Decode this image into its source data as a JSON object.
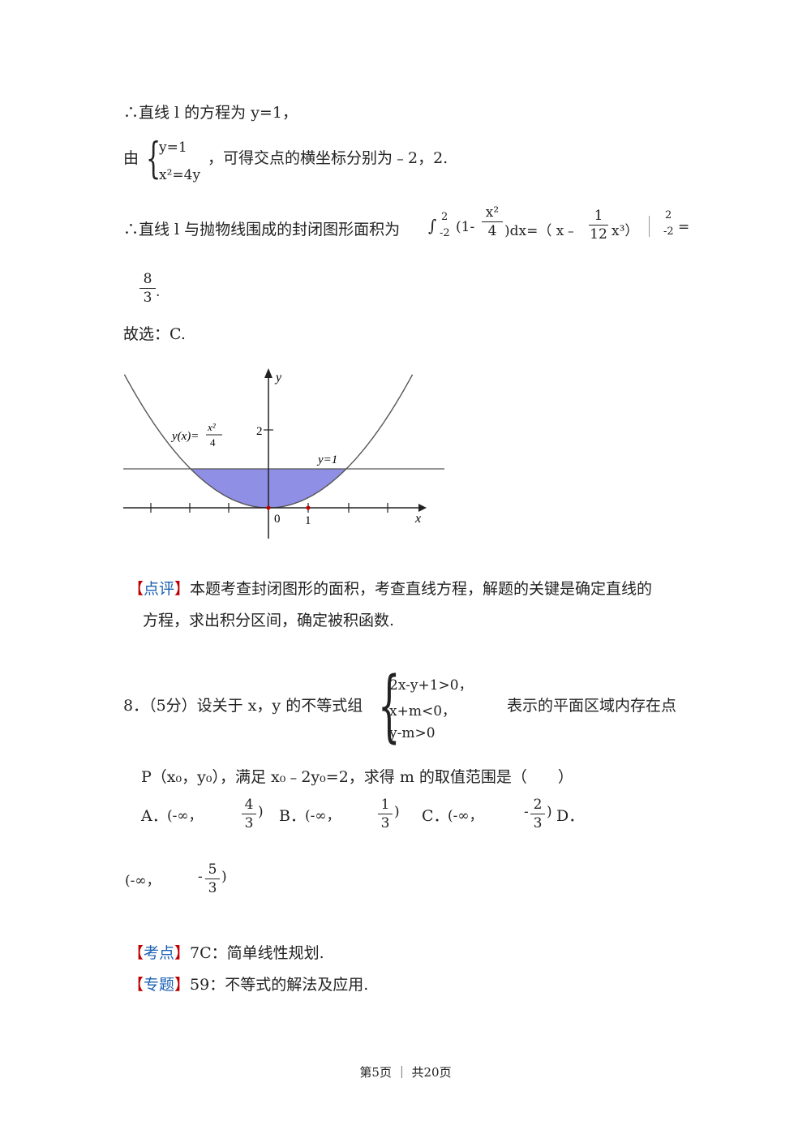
{
  "solution": {
    "line1": "∴直线 l 的方程为 y=1，",
    "system_prefix": "由",
    "system_eq1": "y=1",
    "system_eq2": "x²=4y",
    "system_suffix": "，可得交点的横坐标分别为﹣2，2.",
    "area_prefix": "∴直线 l 与抛物线围成的封闭图形面积为",
    "integral_lower": "-2",
    "integral_upper": "2",
    "integrand_a": "(1-",
    "integrand_num": "x²",
    "integrand_den": "4",
    "integrand_b": ")dx=（ x﹣",
    "coef_num": "1",
    "coef_den": "12",
    "antideriv_tail": "x³）",
    "eval_upper": "2",
    "eval_lower": "-2",
    "eval_eq": "=",
    "result_num": "8",
    "result_den": "3",
    "result_dot": ".",
    "answer": "故选：C."
  },
  "figure": {
    "curve_label": "y(x)=",
    "curve_frac_num": "x²",
    "curve_frac_den": "4",
    "line_label": "y=1",
    "y_axis_label": "y",
    "x_axis_label": "x",
    "tick_y2": "2",
    "origin": "0",
    "tick_x1": "1",
    "fill_color": "#8f8fe6",
    "curve_color": "#555555"
  },
  "comment": {
    "tag_open": "【",
    "tag": "点评",
    "tag_close": "】",
    "text_line1": "本题考查封闭图形的面积，考查直线方程，解题的关键是确定直线的",
    "text_line2": "方程，求出积分区间，确定被积函数."
  },
  "question8": {
    "number": "8．（5分）设关于 x，y 的不等式组",
    "ineq1": "2x-y+1>0，",
    "ineq2": "x+m<0，",
    "ineq3": "y-m>0",
    "stem_tail": "表示的平面区域内存在点",
    "line2": "P（x₀，y₀），满足 x₀﹣2y₀=2，求得 m 的取值范围是（　　）",
    "options": [
      {
        "label": "A．",
        "open": "(-∞，",
        "num": "4",
        "den": "3",
        "neg": "",
        "close": ")"
      },
      {
        "label": "B．",
        "open": "(-∞，",
        "num": "1",
        "den": "3",
        "neg": "",
        "close": ")"
      },
      {
        "label": "C．",
        "open": "(-∞，",
        "num": "2",
        "den": "3",
        "neg": "-",
        "close": ")"
      },
      {
        "label": "D．",
        "open": "(-∞，",
        "num": "5",
        "den": "3",
        "neg": "-",
        "close": ")"
      }
    ]
  },
  "kaodian": {
    "tag": "考点",
    "text": "7C：简单线性规划."
  },
  "zhuanti": {
    "tag": "专题",
    "text": "59：不等式的解法及应用."
  },
  "footer": {
    "text": "第5页 ｜ 共20页"
  }
}
